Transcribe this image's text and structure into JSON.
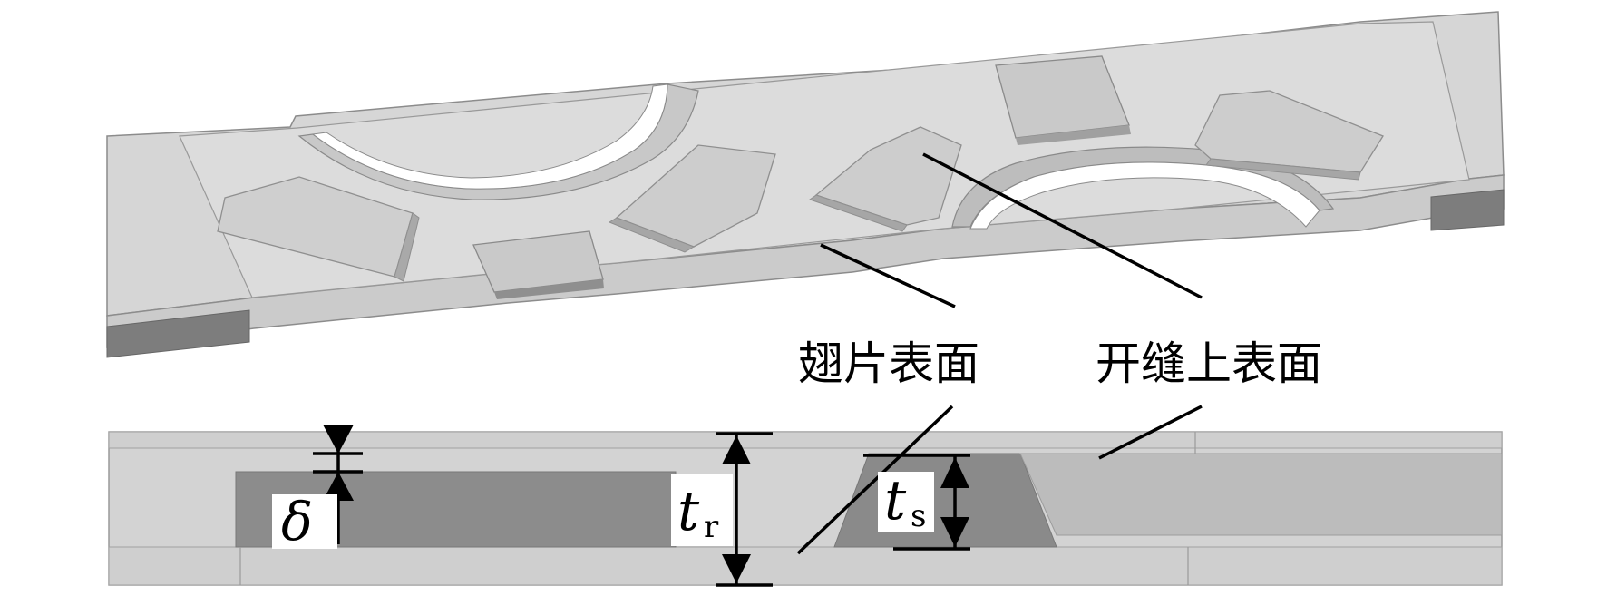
{
  "labels": {
    "fin_surface": "翅片表面",
    "slit_upper_surface": "开缝上表面"
  },
  "dimensions": {
    "delta": "δ",
    "t_r_main": "t",
    "t_r_sub": "r",
    "t_s_main": "t",
    "t_s_sub": "s"
  },
  "colors": {
    "background": "#ffffff",
    "fin_top": "#d6d6d6",
    "fin_top_light": "#dedede",
    "fin_edge": "#c4c4c4",
    "fin_side": "#b8b8b8",
    "slit_raised": "#c8c8c8",
    "slit_shadow": "#a8a8a8",
    "end_cap": "#7a7a7a",
    "outline": "#888888",
    "section_light": "#d4d4d4",
    "section_mid": "#c2c2c2",
    "section_dark": "#8a8a8a",
    "leader": "#000000"
  }
}
